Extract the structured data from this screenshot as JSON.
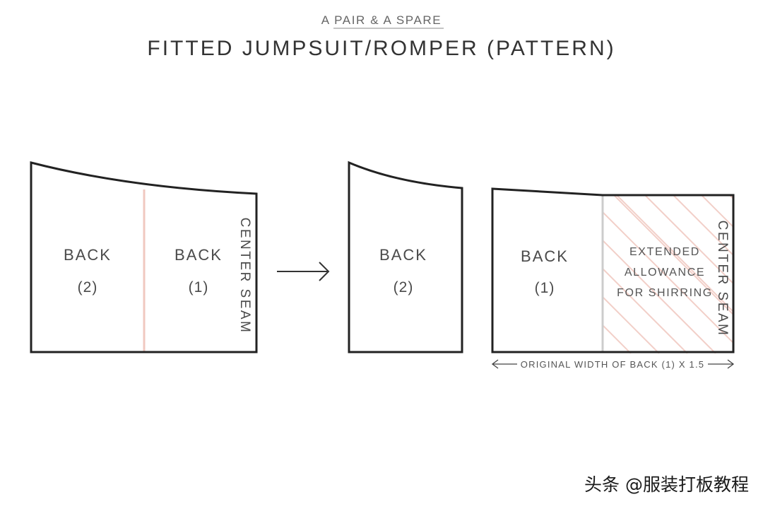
{
  "brand": "A PAIR & A SPARE",
  "title": "FITTED JUMPSUIT/ROMPER (PATTERN)",
  "colors": {
    "accent": "#f0c8c0",
    "outline": "#222222",
    "divider_grey": "#cccccc"
  },
  "panel_1": {
    "left_piece": {
      "label": "BACK",
      "number": "(2)"
    },
    "right_piece": {
      "label": "BACK",
      "number": "(1)"
    },
    "edge_label": "CENTER SEAM"
  },
  "arrow_icon": "right-arrow-icon",
  "panel_2": {
    "piece": {
      "label": "BACK",
      "number": "(2)"
    }
  },
  "panel_3": {
    "piece": {
      "label": "BACK",
      "number": "(1)"
    },
    "extension": {
      "line1": "EXTENDED",
      "line2": "ALLOWANCE",
      "line3": "FOR SHIRRING"
    },
    "edge_label": "CENTER SEAM",
    "measurement": "ORIGINAL WIDTH OF BACK (1) X 1.5"
  },
  "watermark": "头条 @服装打板教程"
}
